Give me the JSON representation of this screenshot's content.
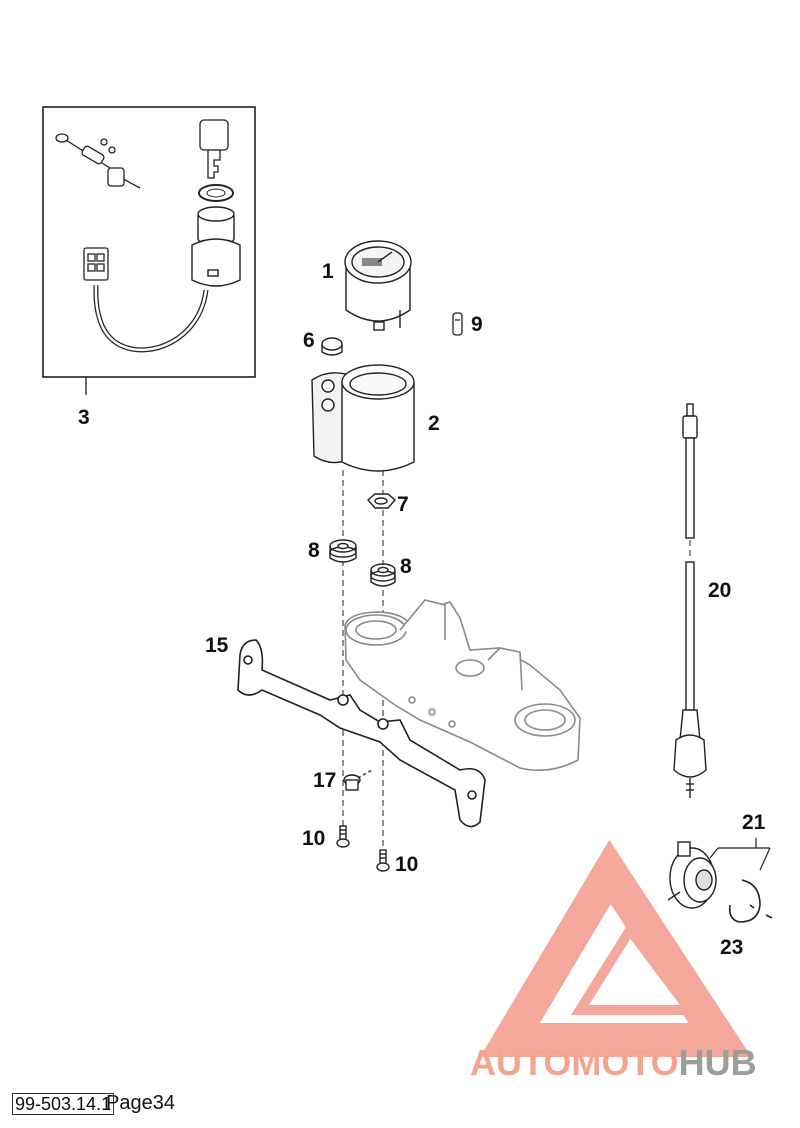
{
  "diagram": {
    "part_labels": {
      "p1": "1",
      "p2": "2",
      "p3": "3",
      "p6": "6",
      "p7": "7",
      "p8a": "8",
      "p8b": "8",
      "p9": "9",
      "p10a": "10",
      "p10b": "10",
      "p15": "15",
      "p17": "17",
      "p20": "20",
      "p21": "21",
      "p23": "23"
    }
  },
  "footer": {
    "code": "99-503.14.1",
    "page": "Page34"
  },
  "watermark": {
    "text_a": "AUTOMOTO",
    "text_b": "HUB",
    "colors": {
      "accent": "#f08a7a",
      "gray": "#9d9d9d"
    }
  }
}
